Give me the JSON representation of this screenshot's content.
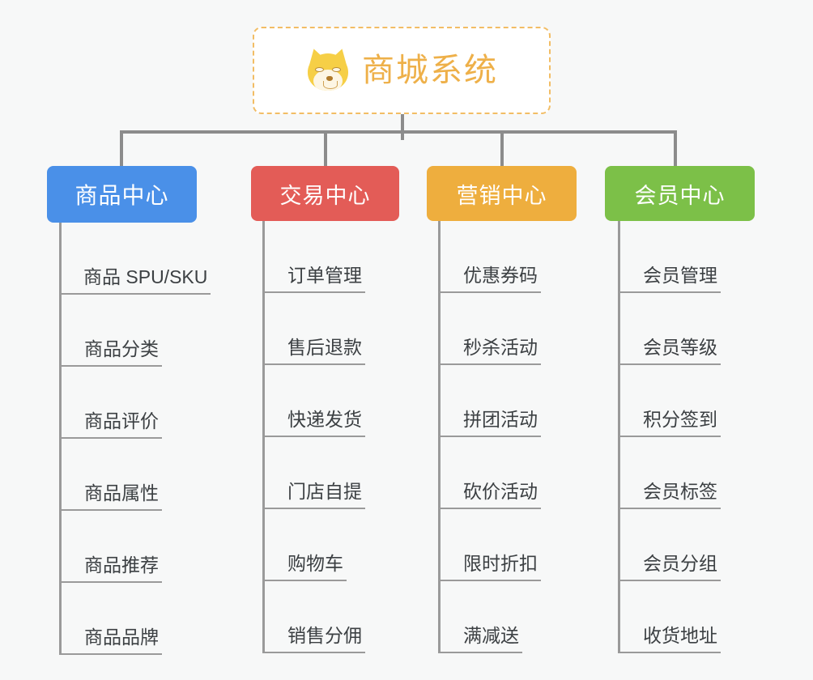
{
  "background_color": "#f7f8f8",
  "root": {
    "title": "商城系统",
    "icon": "shiba-dog-face-emoji",
    "text_color": "#eeb049",
    "border_color": "#f2bd65",
    "background_color": "#ffffff"
  },
  "connector_color": "#8c8c8c",
  "columns": [
    {
      "title": "商品中心",
      "color": "#4a90e8",
      "items": [
        "商品 SPU/SKU",
        "商品分类",
        "商品评价",
        "商品属性",
        "商品推荐",
        "商品品牌"
      ]
    },
    {
      "title": "交易中心",
      "color": "#e35c57",
      "items": [
        "订单管理",
        "售后退款",
        "快递发货",
        "门店自提",
        "购物车",
        "销售分佣"
      ]
    },
    {
      "title": "营销中心",
      "color": "#eeae3e",
      "items": [
        "优惠券码",
        "秒杀活动",
        "拼团活动",
        "砍价活动",
        "限时折扣",
        "满减送"
      ]
    },
    {
      "title": "会员中心",
      "color": "#7cc048",
      "items": [
        "会员管理",
        "会员等级",
        "积分签到",
        "会员标签",
        "会员分组",
        "收货地址"
      ]
    }
  ]
}
